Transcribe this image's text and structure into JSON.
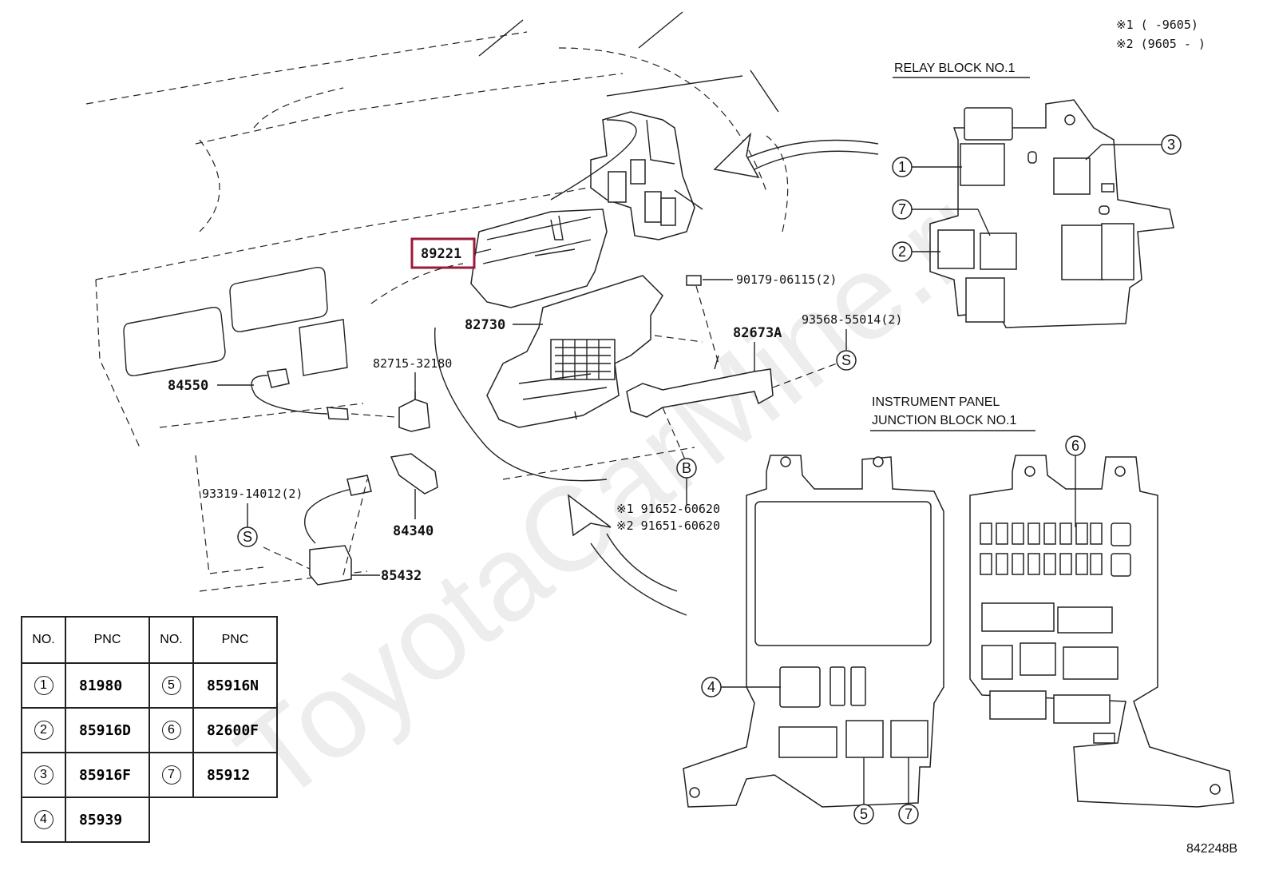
{
  "header_notes": {
    "note1": "※1 (      -9605)",
    "note2": "※2 (9605 -      )"
  },
  "blocks": {
    "relay_block_title": "RELAY BLOCK NO.1",
    "junction_block_title_line1": "INSTRUMENT PANEL",
    "junction_block_title_line2": "JUNCTION BLOCK NO.1"
  },
  "parts": {
    "highlighted": "89221",
    "p82730": "82730",
    "p84550": "84550",
    "p82715": "82715-32180",
    "p84340": "84340",
    "p85432": "85432",
    "p93319": "93319-14012(2)",
    "p90179": "90179-06115(2)",
    "p93568": "93568-55014(2)",
    "p82673A": "82673A",
    "p91652": "※1 91652-60620",
    "p91651": "※2 91651-60620",
    "sym_s": "S",
    "sym_b": "B"
  },
  "callouts": [
    "1",
    "2",
    "3",
    "4",
    "5",
    "6",
    "7"
  ],
  "table": {
    "headers": [
      "NO.",
      "PNC",
      "NO.",
      "PNC"
    ],
    "rows": [
      {
        "no1": "1",
        "pnc1": "81980",
        "no2": "5",
        "pnc2": "85916N"
      },
      {
        "no1": "2",
        "pnc1": "85916D",
        "no2": "6",
        "pnc2": "82600F"
      },
      {
        "no1": "3",
        "pnc1": "85916F",
        "no2": "7",
        "pnc2": "85912"
      },
      {
        "no1": "4",
        "pnc1": "85939",
        "no2": "",
        "pnc2": ""
      }
    ]
  },
  "diagram_code": "842248B",
  "watermark": "ToyotaCarMine.ru",
  "colors": {
    "highlight": "#9b1b3a",
    "ink": "#222222"
  }
}
